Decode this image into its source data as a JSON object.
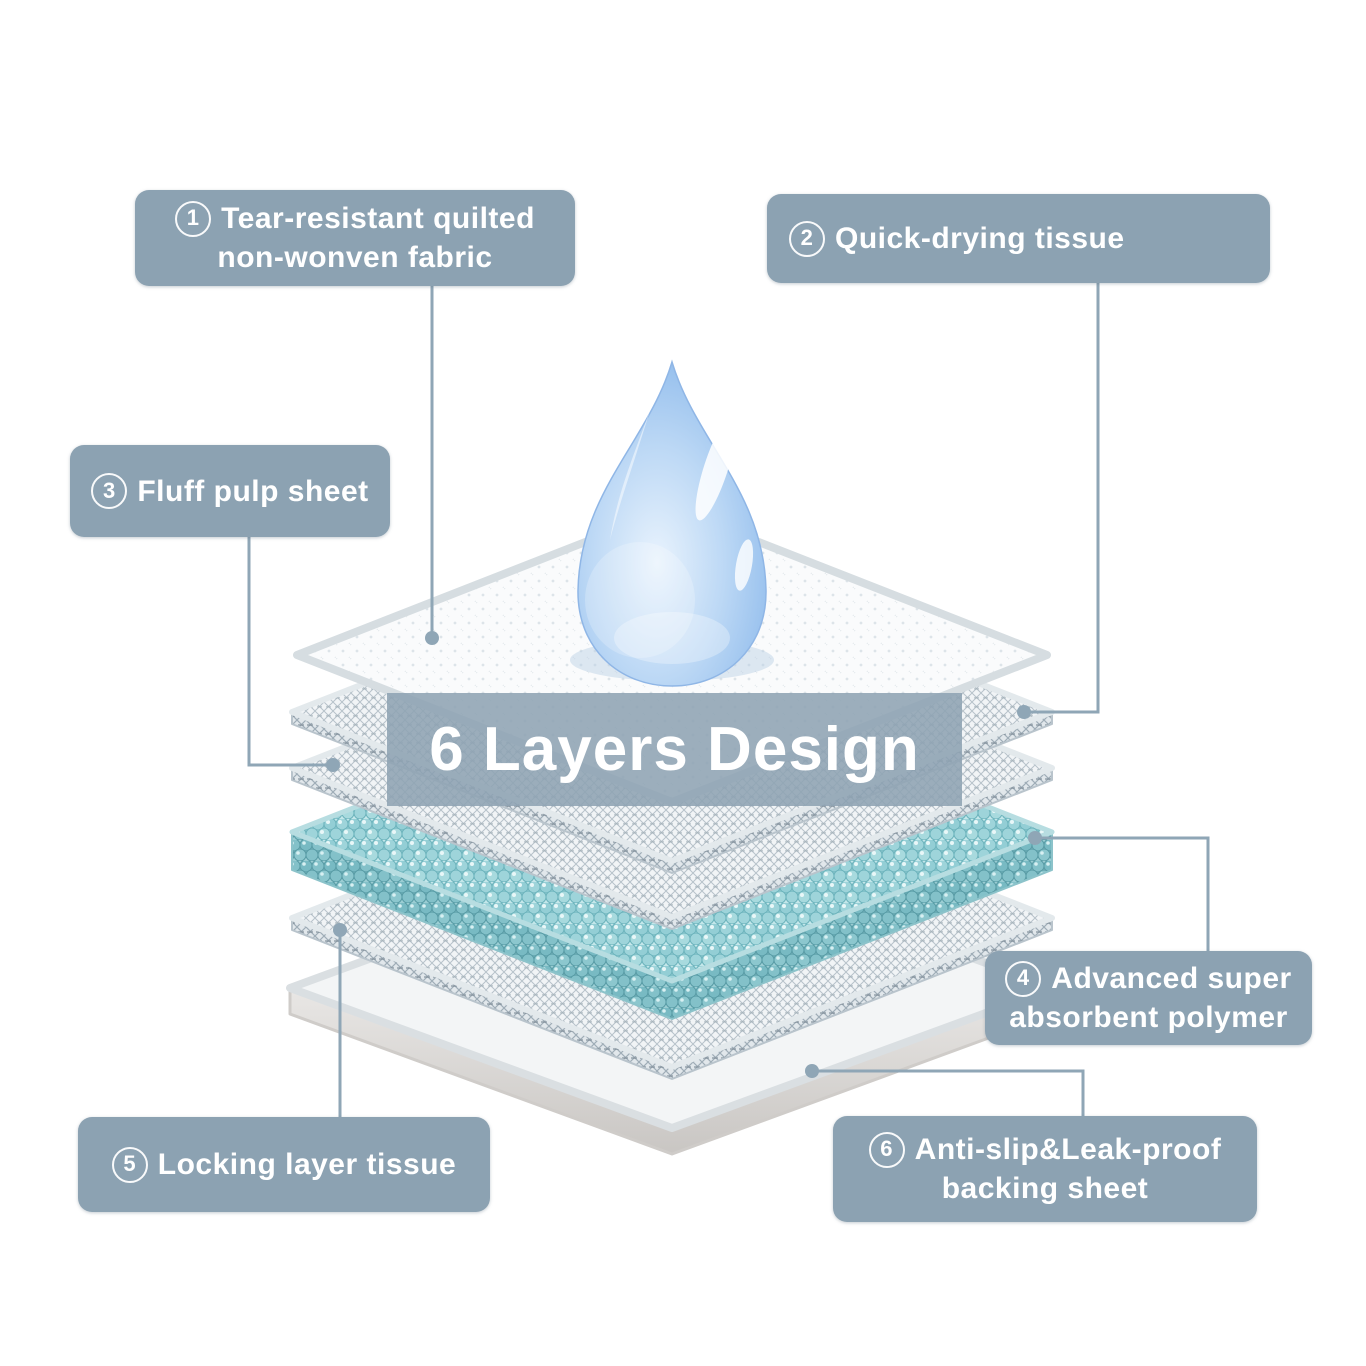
{
  "title": "6 Layers Design",
  "labels": [
    {
      "num": "1",
      "line1": "Tear-resistant quilted",
      "line2": "non-wonven fabric"
    },
    {
      "num": "2",
      "line1": "Quick-drying tissue"
    },
    {
      "num": "3",
      "line1": "Fluff pulp sheet"
    },
    {
      "num": "4",
      "line1": "Advanced super",
      "line2": "absorbent polymer"
    },
    {
      "num": "5",
      "line1": "Locking layer tissue"
    },
    {
      "num": "6",
      "line1": "Anti-slip&Leak-proof",
      "line2": "backing sheet"
    }
  ],
  "colors": {
    "label_bg": "#8ca2b2",
    "band_bg": "rgba(142,163,179,0.88)",
    "connector": "#8fa6b6",
    "text": "#ffffff",
    "bead": "#9ed4da",
    "droplet": "#a9cdf1"
  }
}
